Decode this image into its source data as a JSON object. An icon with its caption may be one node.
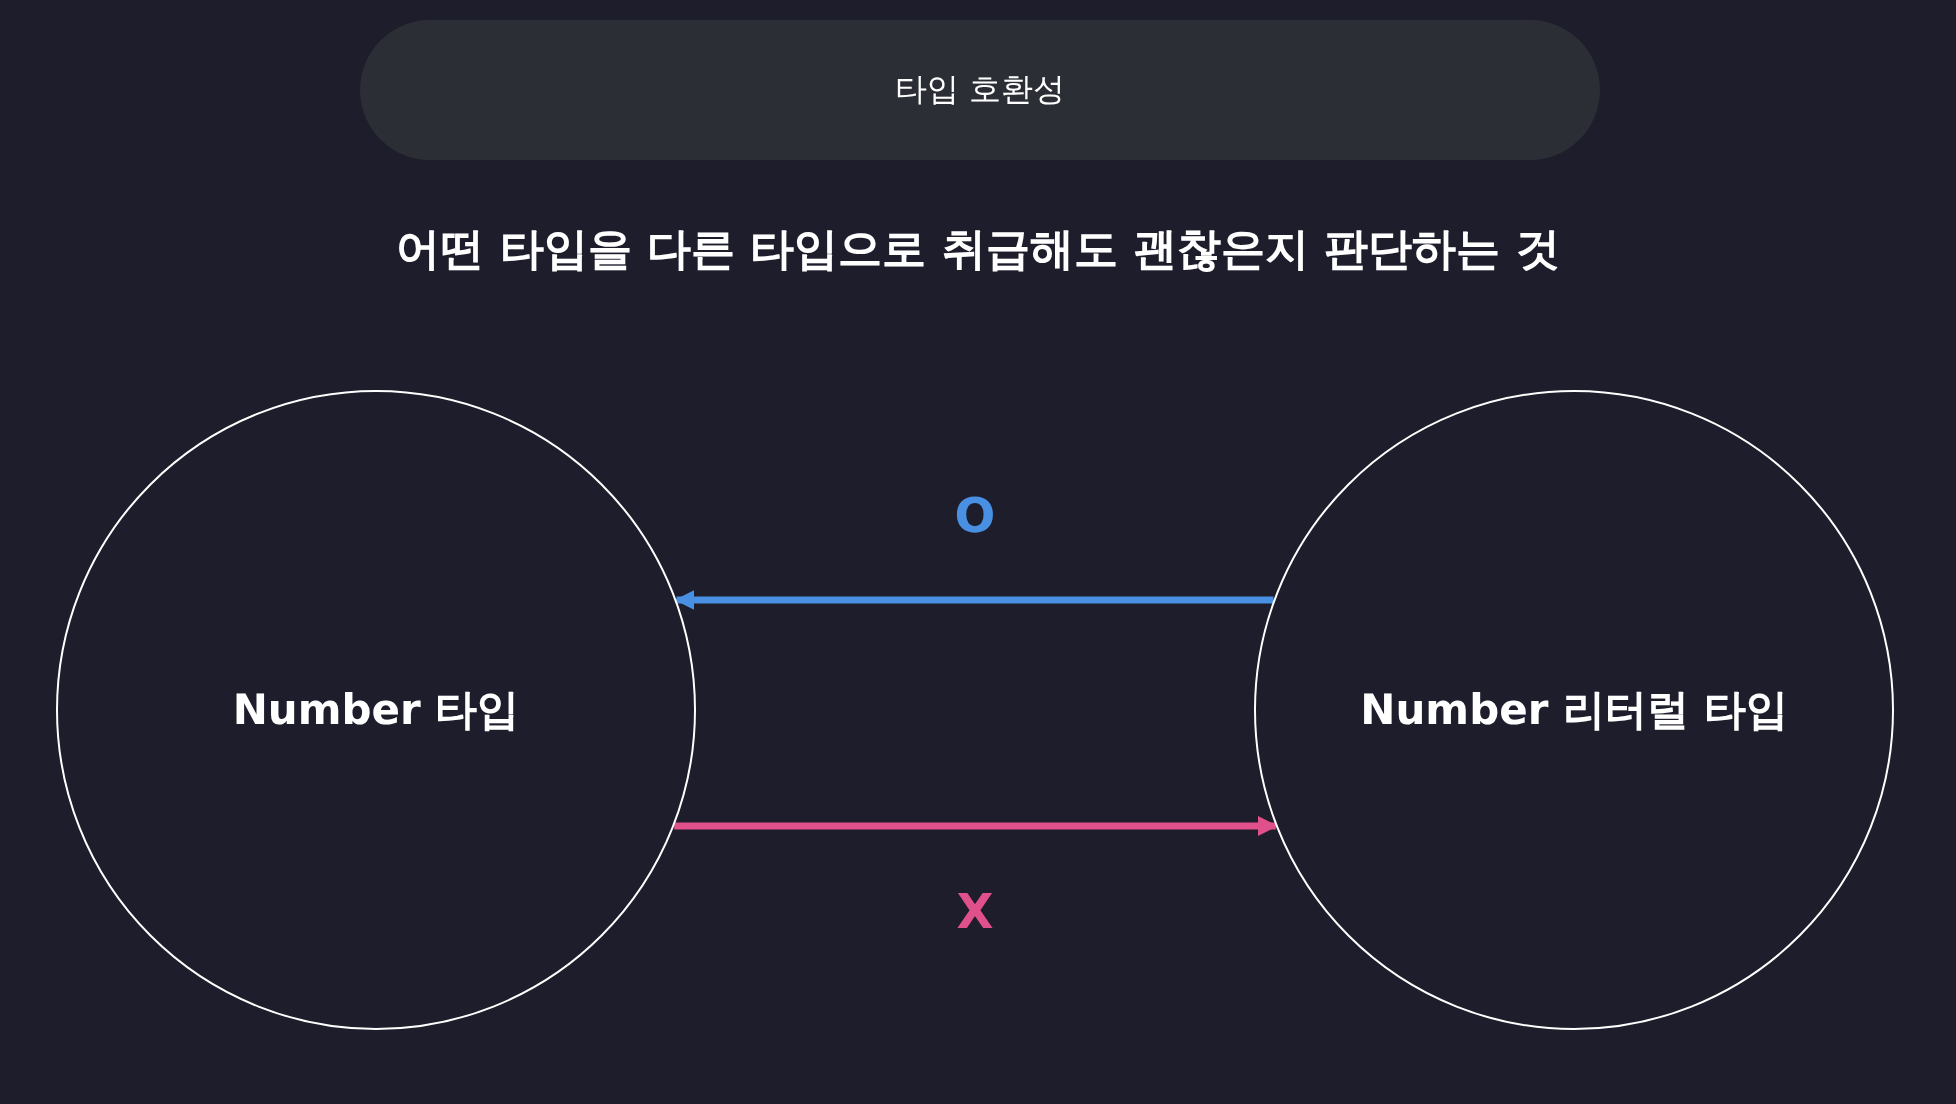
{
  "diagram": {
    "title": "타입 호환성",
    "nodes": [
      {
        "text": [
          "Number 타입"
        ]
      },
      {
        "text": [
          "Number 리터럴 타입"
        ]
      }
    ],
    "edges": [
      {
        "from": 1,
        "to": 0,
        "arrow": "to",
        "label": "O",
        "color": "#4a90e2"
      },
      {
        "from": 0,
        "to": 1,
        "arrow": "to",
        "label": "X",
        "color": "#e0508a"
      }
    ],
    "labels": [
      "어떤 타입을 다른 타입으로 취급해도 괜찮은지 판단하는 것"
    ]
  }
}
